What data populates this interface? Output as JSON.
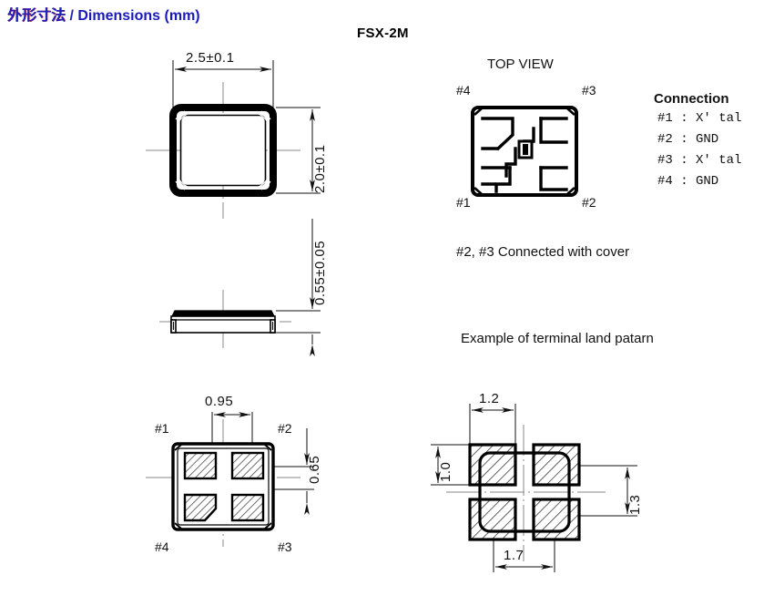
{
  "title": {
    "japanese": "外形寸法",
    "separator": "/",
    "english": "Dimensions (mm)"
  },
  "part_number": "FSX-2M",
  "views": {
    "outline_top": {
      "width_dim": "2.5±0.1",
      "height_dim": "2.0±0.1"
    },
    "outline_side": {
      "thickness_dim": "0.55±0.05"
    },
    "top_view": {
      "heading": "TOP VIEW",
      "pin_top_left": "#4",
      "pin_top_right": "#3",
      "pin_bottom_left": "#1",
      "pin_bottom_right": "#2"
    },
    "bottom_view": {
      "pitch_x_dim": "0.95",
      "pitch_y_dim": "0.65",
      "pin_top_left": "#1",
      "pin_top_right": "#2",
      "pin_bottom_left": "#4",
      "pin_bottom_right": "#3"
    },
    "land_pattern": {
      "pad_width_dim": "1.2",
      "pad_height_dim": "1.0",
      "overall_height_dim": "1.3",
      "overall_width_dim": "1.7"
    }
  },
  "connection": {
    "heading": "Connection",
    "rows": [
      "#1 : X' tal",
      "#2 : GND",
      "#3 : X' tal",
      "#4 : GND"
    ]
  },
  "notes": {
    "cover_note": "#2, #3 Connected with cover",
    "land_caption": "Example of terminal land  patarn"
  },
  "colors": {
    "title_jp": "#2222bb",
    "title_en": "#1a1ab8",
    "ink": "#000000",
    "centerline": "#8a8a8a",
    "hatch": "#333333"
  }
}
